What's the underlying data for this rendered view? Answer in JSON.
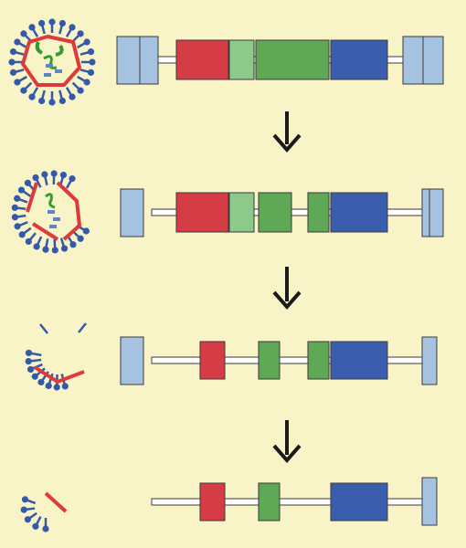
{
  "colors": {
    "background": "#F8F4C8",
    "capsid": "#DD3B3B",
    "spike": "#3559AA",
    "rna_green": "#2E9E2E",
    "rna_blue": "#5B86C9",
    "segment_red": "#D63C46",
    "segment_light_green": "#8CC98B",
    "segment_green": "#5FA856",
    "segment_blue": "#3A5DAE",
    "end_cap": "#A6C2E1",
    "stroke": "#3A3A3A",
    "arrow": "#1A1A1A"
  },
  "stages": [
    {
      "id": "stage-1",
      "virus_state": "intact"
    },
    {
      "id": "stage-2",
      "virus_state": "opening"
    },
    {
      "id": "stage-3",
      "virus_state": "fragmented"
    },
    {
      "id": "stage-4",
      "virus_state": "remnant"
    }
  ]
}
